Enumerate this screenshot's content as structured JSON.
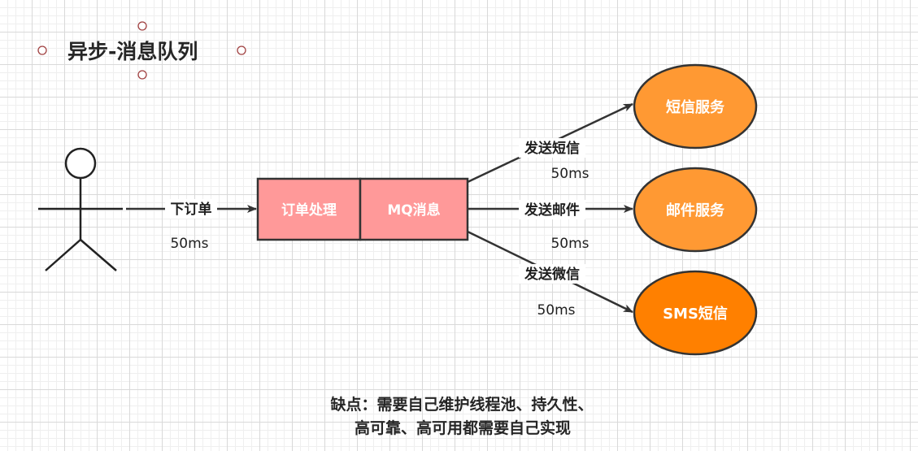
{
  "title": "异步-消息队列",
  "actor": {
    "request_label": "下订单",
    "request_latency": "50ms"
  },
  "queue": {
    "order_box": "订单处理",
    "mq_box": "MQ消息",
    "fill_color": "#ff9999"
  },
  "services": [
    {
      "name": "短信服务",
      "edge_label": "发送短信",
      "latency": "50ms",
      "color": "#ff9933"
    },
    {
      "name": "邮件服务",
      "edge_label": "发送邮件",
      "latency": "50ms",
      "color": "#ff9933"
    },
    {
      "name": "SMS短信",
      "edge_label": "发送微信",
      "latency": "50ms",
      "color": "#ff8000"
    }
  ],
  "note": {
    "line1": "缺点：需要自己维护线程池、持久性、",
    "line2": "高可靠、高可用都需要自己实现"
  }
}
